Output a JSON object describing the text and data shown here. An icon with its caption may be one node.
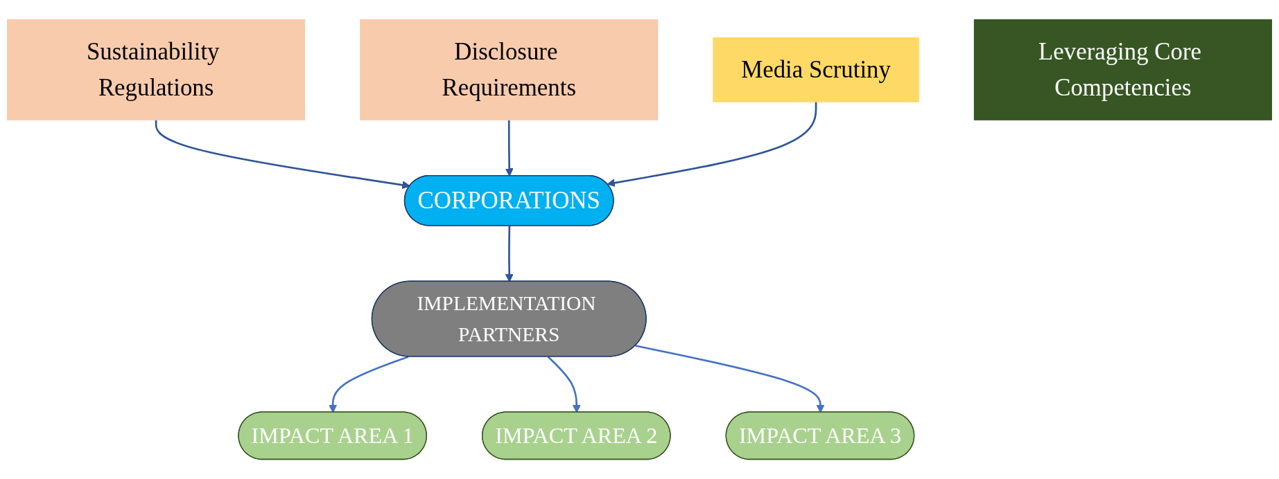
{
  "diagram": {
    "nodes": [
      {
        "text": [
          "Sustainability Regulations"
        ]
      },
      {
        "text": [
          "Disclosure Requirements"
        ]
      },
      {
        "text": [
          "Media Scrutiny"
        ]
      },
      {
        "text": [
          "CORPORATIONS"
        ]
      },
      {
        "text": [
          "IMPLEMENTATION PARTNERS"
        ]
      },
      {
        "text": [
          "IMPACT AREA 1"
        ]
      },
      {
        "text": [
          "IMPACT AREA 2"
        ]
      },
      {
        "text": [
          "IMPACT AREA 3"
        ]
      },
      {
        "text": [
          "Leveraging Core Competencies"
        ]
      }
    ],
    "edges": [
      {
        "from": 0,
        "to": 3,
        "arrow": "to"
      },
      {
        "from": 1,
        "to": 3,
        "arrow": "to"
      },
      {
        "from": 2,
        "to": 3,
        "arrow": "to"
      },
      {
        "from": 3,
        "to": 4,
        "arrow": "to"
      },
      {
        "from": 4,
        "to": 5,
        "arrow": "to",
        "color": "#4472c4"
      },
      {
        "from": 4,
        "to": 6,
        "arrow": "to",
        "color": "#4472c4"
      },
      {
        "from": 4,
        "to": 7,
        "arrow": "to",
        "color": "#4472c4"
      }
    ]
  }
}
